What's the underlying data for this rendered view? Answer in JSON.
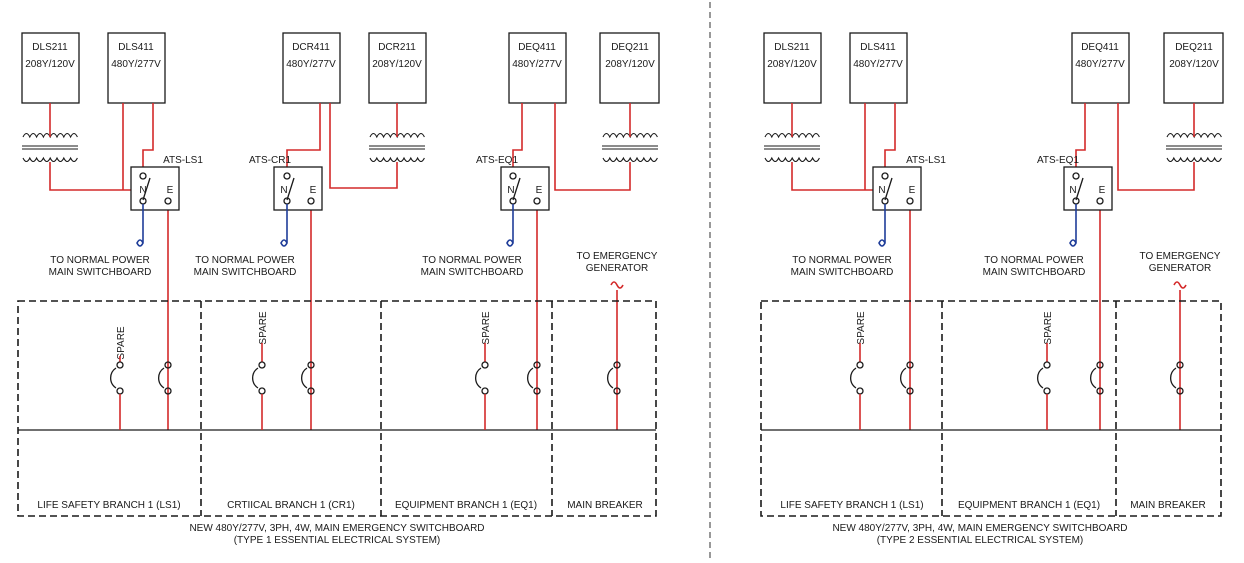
{
  "colors": {
    "normal_feed": "#1f3d99",
    "emergency_feed": "#d42a2a",
    "line": "#1a1a1a"
  },
  "icons": [
    "transformer-icon",
    "transfer-switch-icon",
    "circuit-breaker-icon",
    "feed-tilde-icon"
  ],
  "panels": {
    "dls211": {
      "name": "DLS211",
      "voltage": "208Y/120V"
    },
    "dls411": {
      "name": "DLS411",
      "voltage": "480Y/277V"
    },
    "dcr411": {
      "name": "DCR411",
      "voltage": "480Y/277V"
    },
    "dcr211": {
      "name": "DCR211",
      "voltage": "208Y/120V"
    },
    "deq411": {
      "name": "DEQ411",
      "voltage": "480Y/277V"
    },
    "deq211": {
      "name": "DEQ211",
      "voltage": "208Y/120V"
    }
  },
  "ats": {
    "ls1": "ATS-LS1",
    "cr1": "ATS-CR1",
    "eq1": "ATS-EQ1"
  },
  "switch_terminals": {
    "normal": "N",
    "emergency": "E"
  },
  "feeds": {
    "normal_line1": "TO NORMAL POWER",
    "normal_line2": "MAIN SWITCHBOARD",
    "emergency_line1": "TO EMERGENCY",
    "emergency_line2": "GENERATOR"
  },
  "spare_label": "SPARE",
  "sections": {
    "ls1": "LIFE SAFETY BRANCH 1 (LS1)",
    "cr1": "CRTIICAL BRANCH 1 (CR1)",
    "eq1": "EQUIPMENT BRANCH 1 (EQ1)",
    "main": "MAIN BREAKER"
  },
  "captions": {
    "left_line1": "NEW 480Y/277V, 3PH, 4W, MAIN EMERGENCY SWITCHBOARD",
    "left_line2": "(TYPE 1 ESSENTIAL ELECTRICAL SYSTEM)",
    "right_line1": "NEW 480Y/277V, 3PH, 4W, MAIN EMERGENCY SWITCHBOARD",
    "right_line2": "(TYPE 2 ESSENTIAL ELECTRICAL SYSTEM)"
  }
}
